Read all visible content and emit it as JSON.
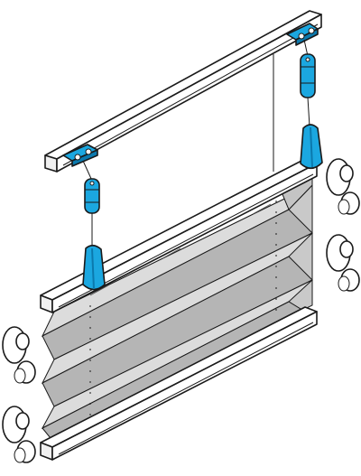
{
  "diagram": {
    "colors": {
      "background": "#ffffff",
      "outline": "#1a1a1a",
      "rail": "#ffffff",
      "rail_shade": "#e8e8e8",
      "fabric_light": "#dcdcdc",
      "fabric_dark": "#a9a9a9",
      "accent_blue": "#1ba7e0",
      "accent_blue_dark": "#0b79ad",
      "mount_cap": "#ffffff"
    },
    "parts": [
      {
        "id": "top-rail",
        "icon": "rail"
      },
      {
        "id": "middle-rail",
        "icon": "rail"
      },
      {
        "id": "bottom-rail",
        "icon": "rail"
      },
      {
        "id": "pleated-fabric",
        "icon": "pleats",
        "pleat_count": 6
      },
      {
        "id": "cord-handle-left",
        "icon": "handle",
        "color": "accent_blue"
      },
      {
        "id": "cord-handle-right",
        "icon": "handle",
        "color": "accent_blue"
      },
      {
        "id": "tension-weight-left",
        "icon": "cord-tensioner",
        "color": "accent_blue"
      },
      {
        "id": "tension-weight-right",
        "icon": "cord-tensioner",
        "color": "accent_blue"
      },
      {
        "id": "suction-mount",
        "icon": "suction-cup",
        "count": 4
      }
    ]
  }
}
